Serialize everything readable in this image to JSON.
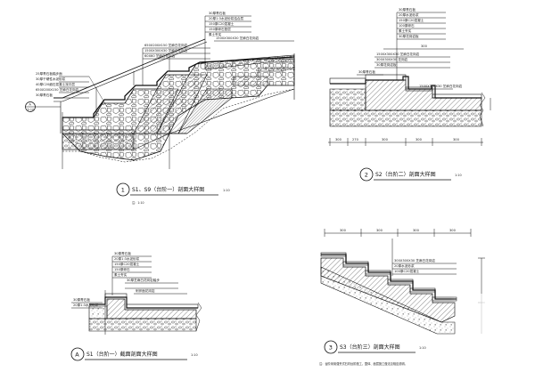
{
  "details": [
    {
      "number": "1",
      "title": "S1、S9（台阶一）剖面大样图",
      "scale": "1:10",
      "note": "注：1:10"
    },
    {
      "number": "2",
      "title": "S2（台阶二）剖面大样图",
      "scale": "1:10",
      "dims": [
        "300",
        "270",
        "300",
        "300",
        "300"
      ]
    },
    {
      "number": "A",
      "title": "S1（台阶一）截面剖面大样图",
      "scale": "1:10"
    },
    {
      "number": "3",
      "title": "S3（台阶三）剖面大样图",
      "scale": "1:10",
      "dims": [
        "300",
        "300",
        "300",
        "300"
      ],
      "note": "注：台阶采用强夯式石材台阶施工，整体、面层施工做法见相应说明。"
    }
  ],
  "section_marker": {
    "letter": "A",
    "sheet": "5-10"
  },
  "annotations": {
    "d1": [
      "30厚青石板",
      "20厚1:3水泥砂浆结合层",
      "150厚C20混凝土",
      "150厚碎石垫层",
      "素土夯实",
      "25厚青石板踏步面",
      "30厚干硬性水泥砂浆",
      "40厚C20细石混凝土找平层",
      "650X200X150 芝麻白花岗岩",
      "1500X300X30 芝麻白花岗岩",
      "60X60 芝麻白花岗岩"
    ],
    "d2": [
      "30厚青石板",
      "20厚水泥砂浆",
      "150厚C20混凝土",
      "100厚碎石",
      "素土夯实",
      "30厚花岗岩板",
      "1500X300X30 芝麻白花岗岩",
      "300X300X30 花岗岩"
    ],
    "dA": [
      "30厚青石板",
      "20厚1:3水泥砂浆",
      "150厚C20混凝土",
      "150厚碎石",
      "素土夯实",
      "30厚芝麻白花岗岩踏步",
      "剁斧面花岗岩"
    ],
    "d3": [
      "300X300X30 芝麻白花岗岩",
      "20厚水泥砂浆",
      "100厚C20混凝土"
    ]
  }
}
